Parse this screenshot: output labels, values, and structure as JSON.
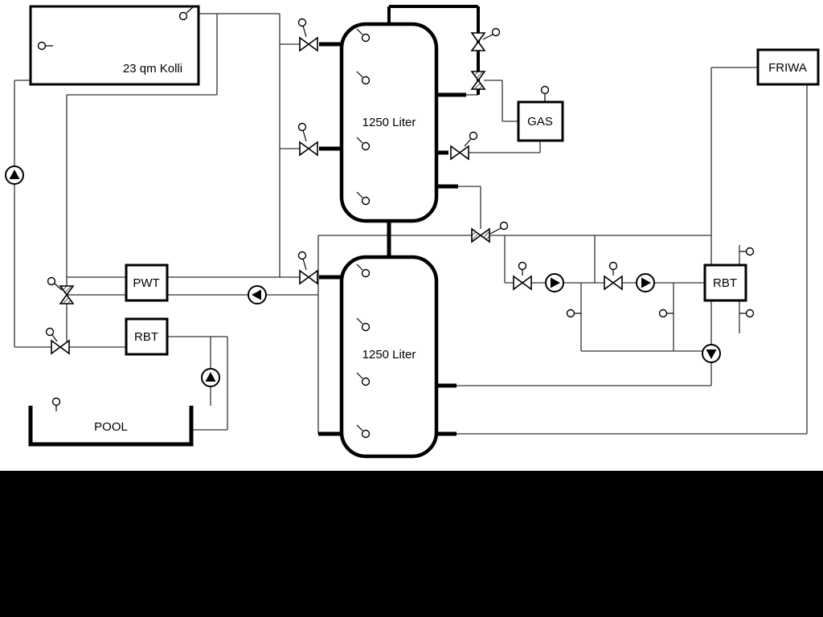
{
  "diagram": {
    "labels": {
      "collector": "23 qm Kolli",
      "tank1": "1250 Liter",
      "tank2": "1250 Liter",
      "gas": "GAS",
      "friwa": "FRIWA",
      "pwt": "PWT",
      "rbt_left": "RBT",
      "rbt_right": "RBT",
      "pool": "POOL"
    },
    "colors": {
      "background": "#ffffff",
      "line": "#000000",
      "thin_line": "#333333",
      "bottom_band": "#000000"
    }
  }
}
